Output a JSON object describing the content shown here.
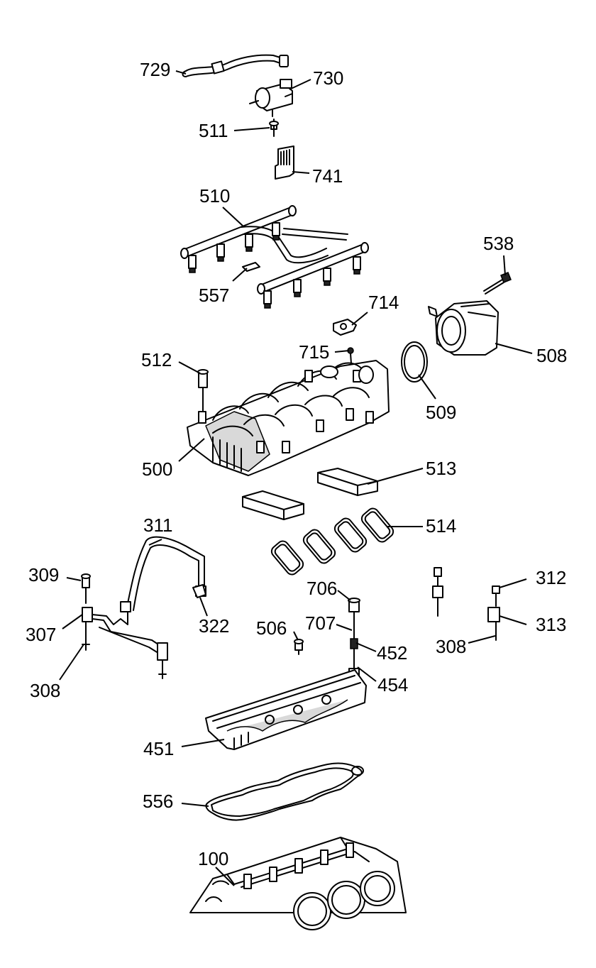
{
  "diagram": {
    "callouts": [
      {
        "id": "729",
        "label": "729"
      },
      {
        "id": "730",
        "label": "730"
      },
      {
        "id": "511",
        "label": "511"
      },
      {
        "id": "741",
        "label": "741"
      },
      {
        "id": "510",
        "label": "510"
      },
      {
        "id": "538",
        "label": "538"
      },
      {
        "id": "557",
        "label": "557"
      },
      {
        "id": "714",
        "label": "714"
      },
      {
        "id": "715",
        "label": "715"
      },
      {
        "id": "512",
        "label": "512"
      },
      {
        "id": "508",
        "label": "508"
      },
      {
        "id": "509",
        "label": "509"
      },
      {
        "id": "500",
        "label": "500"
      },
      {
        "id": "513",
        "label": "513"
      },
      {
        "id": "311",
        "label": "311"
      },
      {
        "id": "514",
        "label": "514"
      },
      {
        "id": "309",
        "label": "309"
      },
      {
        "id": "312",
        "label": "312"
      },
      {
        "id": "706",
        "label": "706"
      },
      {
        "id": "307",
        "label": "307"
      },
      {
        "id": "322",
        "label": "322"
      },
      {
        "id": "506",
        "label": "506"
      },
      {
        "id": "707",
        "label": "707"
      },
      {
        "id": "313",
        "label": "313"
      },
      {
        "id": "452",
        "label": "452"
      },
      {
        "id": "308a",
        "label": "308"
      },
      {
        "id": "308b",
        "label": "308"
      },
      {
        "id": "454",
        "label": "454"
      },
      {
        "id": "451",
        "label": "451"
      },
      {
        "id": "556",
        "label": "556"
      },
      {
        "id": "100",
        "label": "100"
      }
    ]
  }
}
